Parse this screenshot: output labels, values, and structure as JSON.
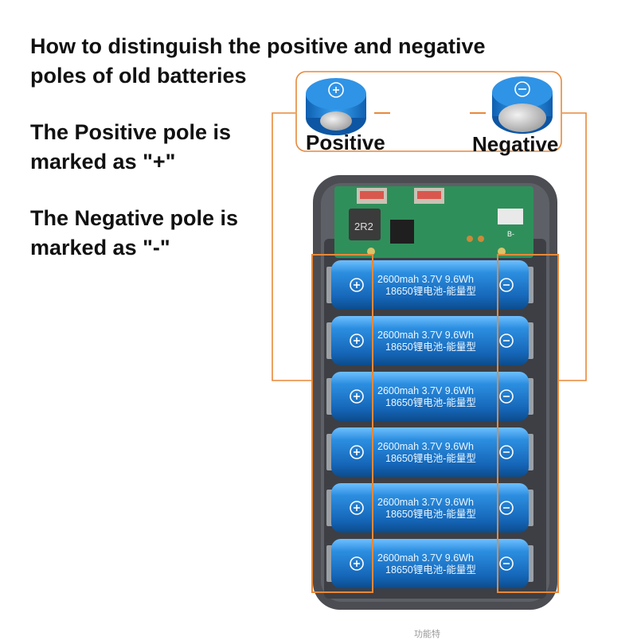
{
  "heading": "How to distinguish the positive and negative poles of old batteries",
  "notes": {
    "positive": "The Positive pole is marked as \"+\"",
    "negative": "The Negative pole is marked as \"-\""
  },
  "labels": {
    "positive": "Positive",
    "negative": "Negative"
  },
  "board": {
    "inductor_mark": "2R2",
    "connector_mark": "B-"
  },
  "battery": {
    "line1": "2600mah  3.7V  9.6Wh",
    "line2": "18650锂电池-能量型",
    "count": 6
  },
  "colors": {
    "accent": "#e8893a",
    "cell": "#1f7fd0",
    "case": "#4b4d52",
    "pcb": "#2f8f5a"
  },
  "icons": {
    "positive": "plus-circle-icon",
    "negative": "minus-circle-icon"
  },
  "footer_text": "功能特"
}
